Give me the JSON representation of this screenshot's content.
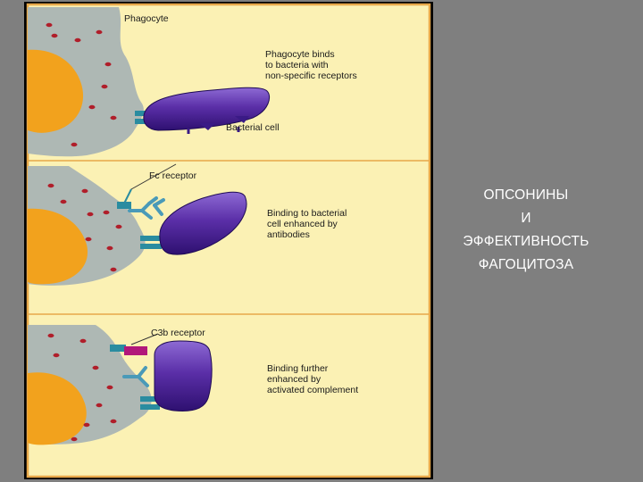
{
  "figure": {
    "phagocyte_label": "Phagocyte",
    "panels": [
      {
        "caption_lines": [
          "Phagocyte binds",
          "to bacteria with",
          "non-specific receptors"
        ],
        "extra_label": "Bacterial cell"
      },
      {
        "receptor_label": "Fc receptor",
        "caption_lines": [
          "Binding to bacterial",
          "cell enhanced by",
          "antibodies"
        ]
      },
      {
        "receptor_label": "C3b receptor",
        "caption_lines": [
          "Binding further",
          "enhanced by",
          "activated complement"
        ]
      }
    ]
  },
  "title": {
    "lines": [
      "ОПСОНИНЫ",
      "И",
      "ЭФФЕКТИВНОСТЬ",
      "ФАГОЦИТОЗА"
    ]
  },
  "colors": {
    "page_background": "#7f7f7f",
    "panel_background": "#fbf1b4",
    "panel_border": "#e8a84a",
    "phagocyte": "#aeb8b4",
    "nucleus": "#f2a21d",
    "bacterium": "#5b2fa8",
    "receptor": "#2a8ca0",
    "complement": "#b2187a",
    "granule": "#b01e2a",
    "title_text": "#ffffff"
  }
}
